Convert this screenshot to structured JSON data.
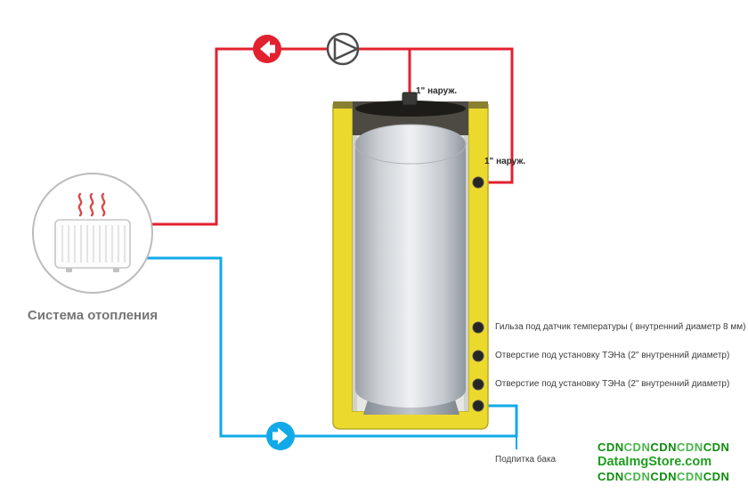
{
  "system": {
    "label": "Система отопления"
  },
  "ports": {
    "top": "1\" наруж.",
    "side": "1\" наруж.",
    "sleeve": "Гильза под датчик температуры ( внутренний диаметр 8 мм)",
    "heater1": "Отверстие под установку ТЭНа (2\" внутренний диаметр)",
    "heater2": "Отверстие под установку ТЭНа (2\" внутренний диаметр)",
    "feed": "Подпитка бака"
  },
  "watermark": {
    "top": [
      "CDN",
      "CDN",
      "CDN",
      "CDN",
      "CDN"
    ],
    "brand": "DataImgStore.com",
    "bottom": [
      "CDN",
      "CDN",
      "CDN",
      "CDN",
      "CDN"
    ]
  },
  "colors": {
    "supply_pipe": "#e2212f",
    "return_pipe": "#12a9e8",
    "tank_jacket": "#ecd92e",
    "watermark_dark": "#0e8c0e",
    "watermark_light": "#4ab54a"
  }
}
